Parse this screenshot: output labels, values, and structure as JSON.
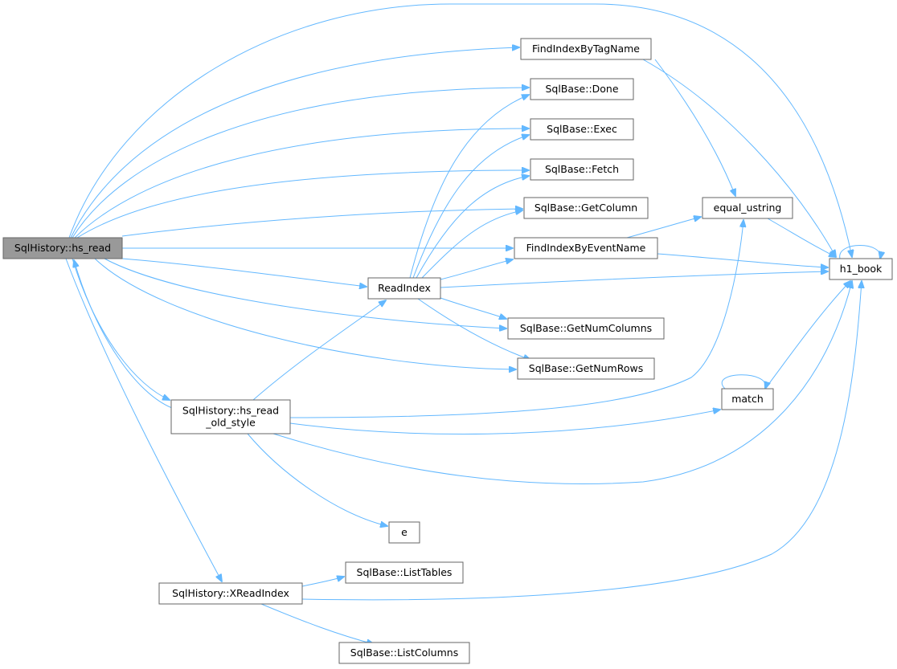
{
  "nodes": [
    {
      "id": "hs_read",
      "label": "SqlHistory::hs_read",
      "root": true
    },
    {
      "id": "FindIndexByTagName",
      "label": "FindIndexByTagName"
    },
    {
      "id": "Done",
      "label": "SqlBase::Done"
    },
    {
      "id": "Exec",
      "label": "SqlBase::Exec"
    },
    {
      "id": "Fetch",
      "label": "SqlBase::Fetch"
    },
    {
      "id": "GetColumn",
      "label": "SqlBase::GetColumn"
    },
    {
      "id": "FindIndexByEventName",
      "label": "FindIndexByEventName"
    },
    {
      "id": "ReadIndex",
      "label": "ReadIndex"
    },
    {
      "id": "GetNumColumns",
      "label": "SqlBase::GetNumColumns"
    },
    {
      "id": "GetNumRows",
      "label": "SqlBase::GetNumRows"
    },
    {
      "id": "equal_ustring",
      "label": "equal_ustring"
    },
    {
      "id": "h1_book",
      "label": "h1_book"
    },
    {
      "id": "match",
      "label": "match"
    },
    {
      "id": "hs_read_old_style",
      "label": "SqlHistory::hs_read\n_old_style"
    },
    {
      "id": "e",
      "label": "e"
    },
    {
      "id": "XReadIndex",
      "label": "SqlHistory::XReadIndex"
    },
    {
      "id": "ListTables",
      "label": "SqlBase::ListTables"
    },
    {
      "id": "ListColumns",
      "label": "SqlBase::ListColumns"
    }
  ],
  "edges": [
    [
      "hs_read",
      "h1_book"
    ],
    [
      "hs_read",
      "FindIndexByTagName"
    ],
    [
      "hs_read",
      "Done"
    ],
    [
      "hs_read",
      "Exec"
    ],
    [
      "hs_read",
      "Fetch"
    ],
    [
      "hs_read",
      "GetColumn"
    ],
    [
      "hs_read",
      "FindIndexByEventName"
    ],
    [
      "hs_read",
      "ReadIndex"
    ],
    [
      "hs_read",
      "GetNumColumns"
    ],
    [
      "hs_read",
      "GetNumRows"
    ],
    [
      "hs_read",
      "hs_read_old_style"
    ],
    [
      "hs_read",
      "XReadIndex"
    ],
    [
      "FindIndexByTagName",
      "equal_ustring"
    ],
    [
      "FindIndexByTagName",
      "h1_book"
    ],
    [
      "FindIndexByEventName",
      "equal_ustring"
    ],
    [
      "FindIndexByEventName",
      "h1_book"
    ],
    [
      "equal_ustring",
      "h1_book"
    ],
    [
      "h1_book",
      "h1_book"
    ],
    [
      "ReadIndex",
      "Done"
    ],
    [
      "ReadIndex",
      "Exec"
    ],
    [
      "ReadIndex",
      "Fetch"
    ],
    [
      "ReadIndex",
      "GetColumn"
    ],
    [
      "ReadIndex",
      "FindIndexByEventName"
    ],
    [
      "ReadIndex",
      "h1_book"
    ],
    [
      "ReadIndex",
      "GetNumColumns"
    ],
    [
      "ReadIndex",
      "GetNumRows"
    ],
    [
      "hs_read_old_style",
      "hs_read"
    ],
    [
      "hs_read_old_style",
      "ReadIndex"
    ],
    [
      "hs_read_old_style",
      "equal_ustring"
    ],
    [
      "hs_read_old_style",
      "match"
    ],
    [
      "hs_read_old_style",
      "h1_book"
    ],
    [
      "hs_read_old_style",
      "e"
    ],
    [
      "match",
      "match"
    ],
    [
      "match",
      "h1_book"
    ],
    [
      "XReadIndex",
      "ListTables"
    ],
    [
      "XReadIndex",
      "ListColumns"
    ],
    [
      "XReadIndex",
      "h1_book"
    ]
  ]
}
